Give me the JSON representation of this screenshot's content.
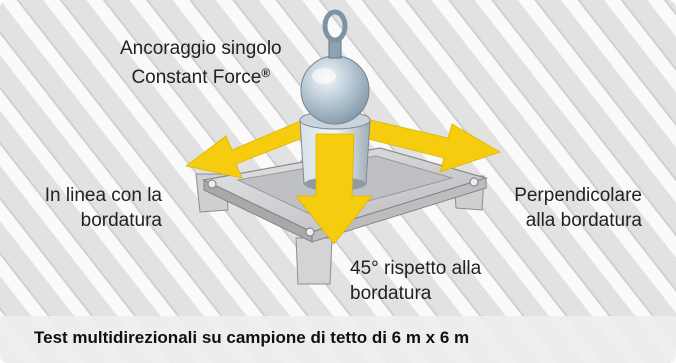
{
  "figure": {
    "title_line1": "Ancoraggio singolo",
    "title_line2": "Constant Force",
    "registered_mark": "®",
    "left_label_line1": "In linea con la",
    "left_label_line2": "bordatura",
    "right_label_line1": "Perpendicolare",
    "right_label_line2": "alla bordatura",
    "bottom_label_line1": "45° rispetto alla",
    "bottom_label_line2": "bordatura",
    "caption": "Test multidirezionali su campione di tetto di 6 m x 6 m"
  },
  "colors": {
    "arrow": "#f6cd0e",
    "roof_stripe": "#fbfbfb",
    "roof_base": "#e4e4e4",
    "plate": "#cfcfd1",
    "ball": "#b9c9d4"
  }
}
